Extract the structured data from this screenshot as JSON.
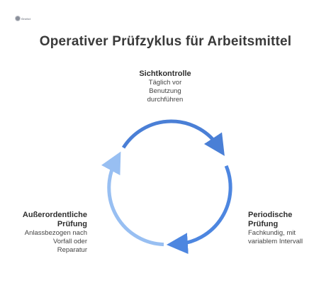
{
  "logo": {
    "icon": "gear-logo-icon",
    "text": "Gneist"
  },
  "title": "Operativer Prüfzyklus für Arbeitsmittel",
  "cycle": {
    "stages": [
      {
        "label": "Sichtkontrolle",
        "description": "Täglich vor\nBenutzung\ndurchführen"
      },
      {
        "label": "Periodische\nPrüfung",
        "description": "Fachkundig, mit\nvariablem Intervall"
      },
      {
        "label": "Außerordentliche\nPrüfung",
        "description": "Anlassbezogen nach\nVorfall oder\nReparatur"
      }
    ],
    "colors": {
      "arc_top": "#4a7fd6",
      "arc_right": "#4d86e0",
      "arc_left": "#98bff2"
    }
  }
}
